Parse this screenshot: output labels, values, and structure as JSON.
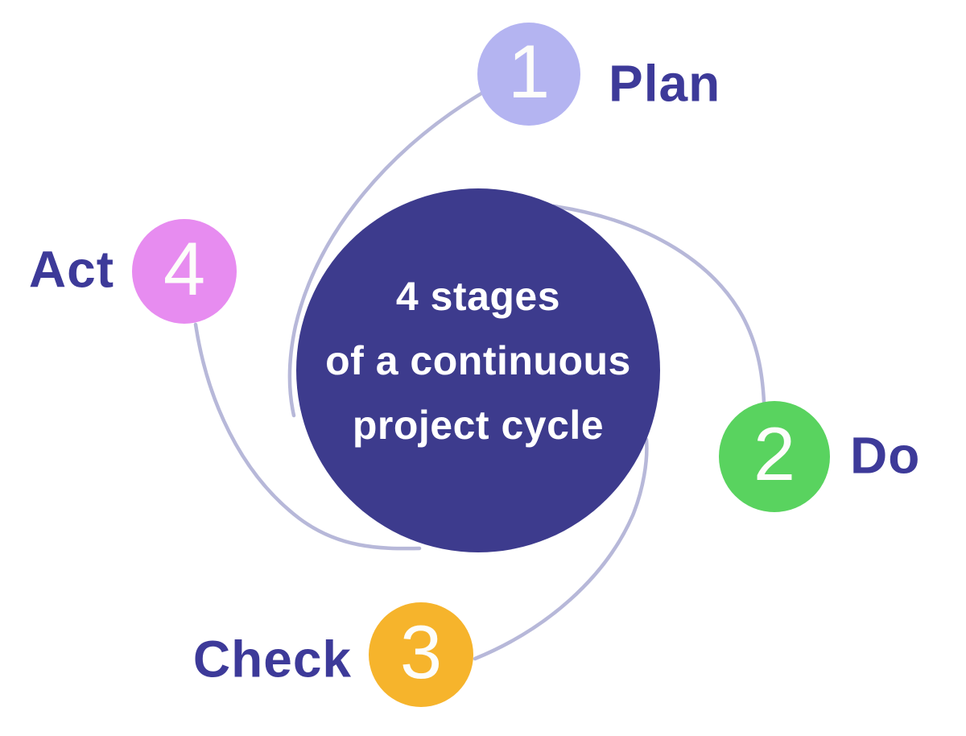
{
  "diagram": {
    "title_lines": [
      "4 stages",
      "of a continuous",
      "project cycle"
    ]
  },
  "colors": {
    "background": "#ffffff",
    "center_circle": "#3d3b8d",
    "title_text": "#ffffff",
    "label_text": "#3d3a99",
    "number_text": "#fdfdfa",
    "connector": "#b7b8d9"
  },
  "stages": [
    {
      "number": "1",
      "label": "Plan",
      "color": "#b4b4f1"
    },
    {
      "number": "2",
      "label": "Do",
      "color": "#59d35f"
    },
    {
      "number": "3",
      "label": "Check",
      "color": "#f6b42c"
    },
    {
      "number": "4",
      "label": "Act",
      "color": "#e78cf0"
    }
  ]
}
